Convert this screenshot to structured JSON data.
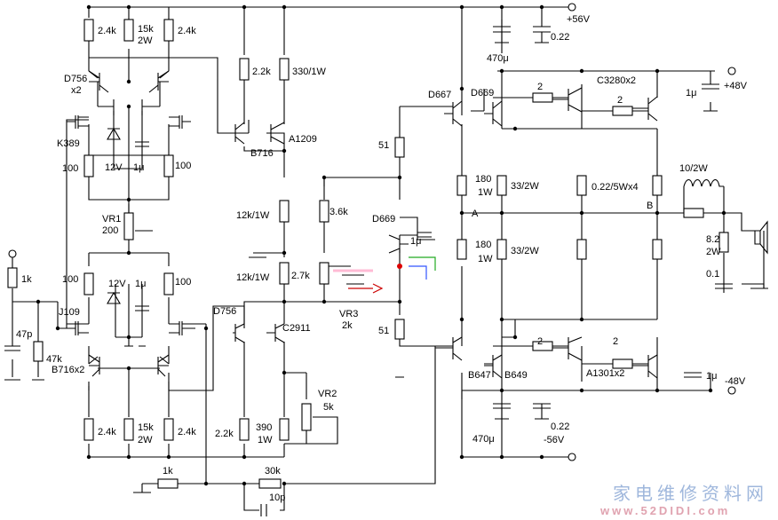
{
  "watermark": {
    "title": "家电维修资料网",
    "url": "www.52DIDI.com"
  },
  "labels": {
    "r_top1": "2.4k",
    "r_top2a": "15k",
    "r_top2b": "2W",
    "r_top3": "2.4k",
    "d756a": "D756",
    "d756b": "x2",
    "k389": "K389",
    "z12v_top": "12V",
    "c1u_top": "1μ",
    "r100_tl": "100",
    "r100_tr": "100",
    "vr1a": "VR1",
    "vr1b": "200",
    "r100_bl": "100",
    "z12v_bot": "12V",
    "c1u_bot": "1μ",
    "r100_br": "100",
    "r1k_in": "1k",
    "c47p": "47p",
    "r47k": "47k",
    "j109": "J109",
    "b716x2": "B716x2",
    "r_bot1": "2.4k",
    "r_bot2a": "15k",
    "r_bot2b": "2W",
    "r_bot3": "2.4k",
    "r1k_fb": "1k",
    "r30k": "30k",
    "c10p": "10p",
    "r22k_top": "2.2k",
    "r330": "330/1W",
    "b716": "B716",
    "a1209": "A1209",
    "r12k_1": "12k/1W",
    "r12k_2": "12k/1W",
    "r36k": "3.6k",
    "r27k": "2.7k",
    "vr3a": "VR3",
    "vr3b": "2k",
    "d669_mid": "D669",
    "c1u_mid": "1μ",
    "d756_bot": "D756",
    "c2911": "C2911",
    "r22k_bot": "2.2k",
    "r390a": "390",
    "r390b": "1W",
    "vr2a": "VR2",
    "vr2b": "5k",
    "d667": "D667",
    "d669_top": "D669",
    "r51_top": "51",
    "r51_bot": "51",
    "r180_ta": "180",
    "r180_tb": "1W",
    "r180_ba": "180",
    "r180_bb": "1W",
    "node_a": "A",
    "r33_top": "33/2W",
    "r33_bot": "33/2W",
    "r2_t1": "2",
    "r2_t2": "2",
    "c3280": "C3280x2",
    "r022": "0.22/5Wx4",
    "node_b": "B",
    "l10": "10/2W",
    "r82a": "8.2",
    "r82b": "2W",
    "c01": "0.1",
    "r2_b1": "2",
    "r2_b2": "2",
    "a1301": "A1301x2",
    "b647": "B647",
    "b649": "B649",
    "c470_top": "470μ",
    "c022_top": "0.22",
    "v56p": "+56V",
    "c470_bot": "470μ",
    "c022_bot": "0.22",
    "v56n": "-56V",
    "c1u_48p": "1μ",
    "v48p": "+48V",
    "c1u_48n": "1μ",
    "v48n": "-48V"
  }
}
